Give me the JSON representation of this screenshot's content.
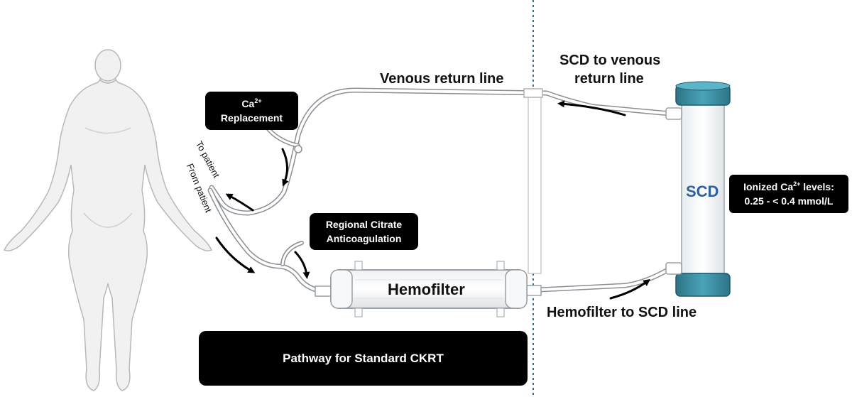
{
  "labels": {
    "venous_return": "Venous return line",
    "scd_to_venous_1": "SCD to venous",
    "scd_to_venous_2": "return line",
    "hemofilter_to_scd": "Hemofilter to SCD line",
    "to_patient": "To patient",
    "from_patient": "From patient",
    "hemofilter": "Hemofilter",
    "scd": "SCD"
  },
  "boxes": {
    "ca_replacement": {
      "ca": "Ca",
      "sup": "2+",
      "line2": "Replacement"
    },
    "citrate": {
      "line1": "Regional Citrate",
      "line2": "Anticoagulation"
    },
    "ionized": {
      "pre": "Ionized Ca",
      "sup": "2+",
      "post": " levels:",
      "line2": "0.25 - < 0.4 mmol/L"
    },
    "pathway": "Pathway for Standard CKRT"
  },
  "colors": {
    "scd_cap": "#3e8fa3",
    "scd_label": "#2e5f9e",
    "divider": "#3a6d8c",
    "box_bg": "#000000"
  }
}
